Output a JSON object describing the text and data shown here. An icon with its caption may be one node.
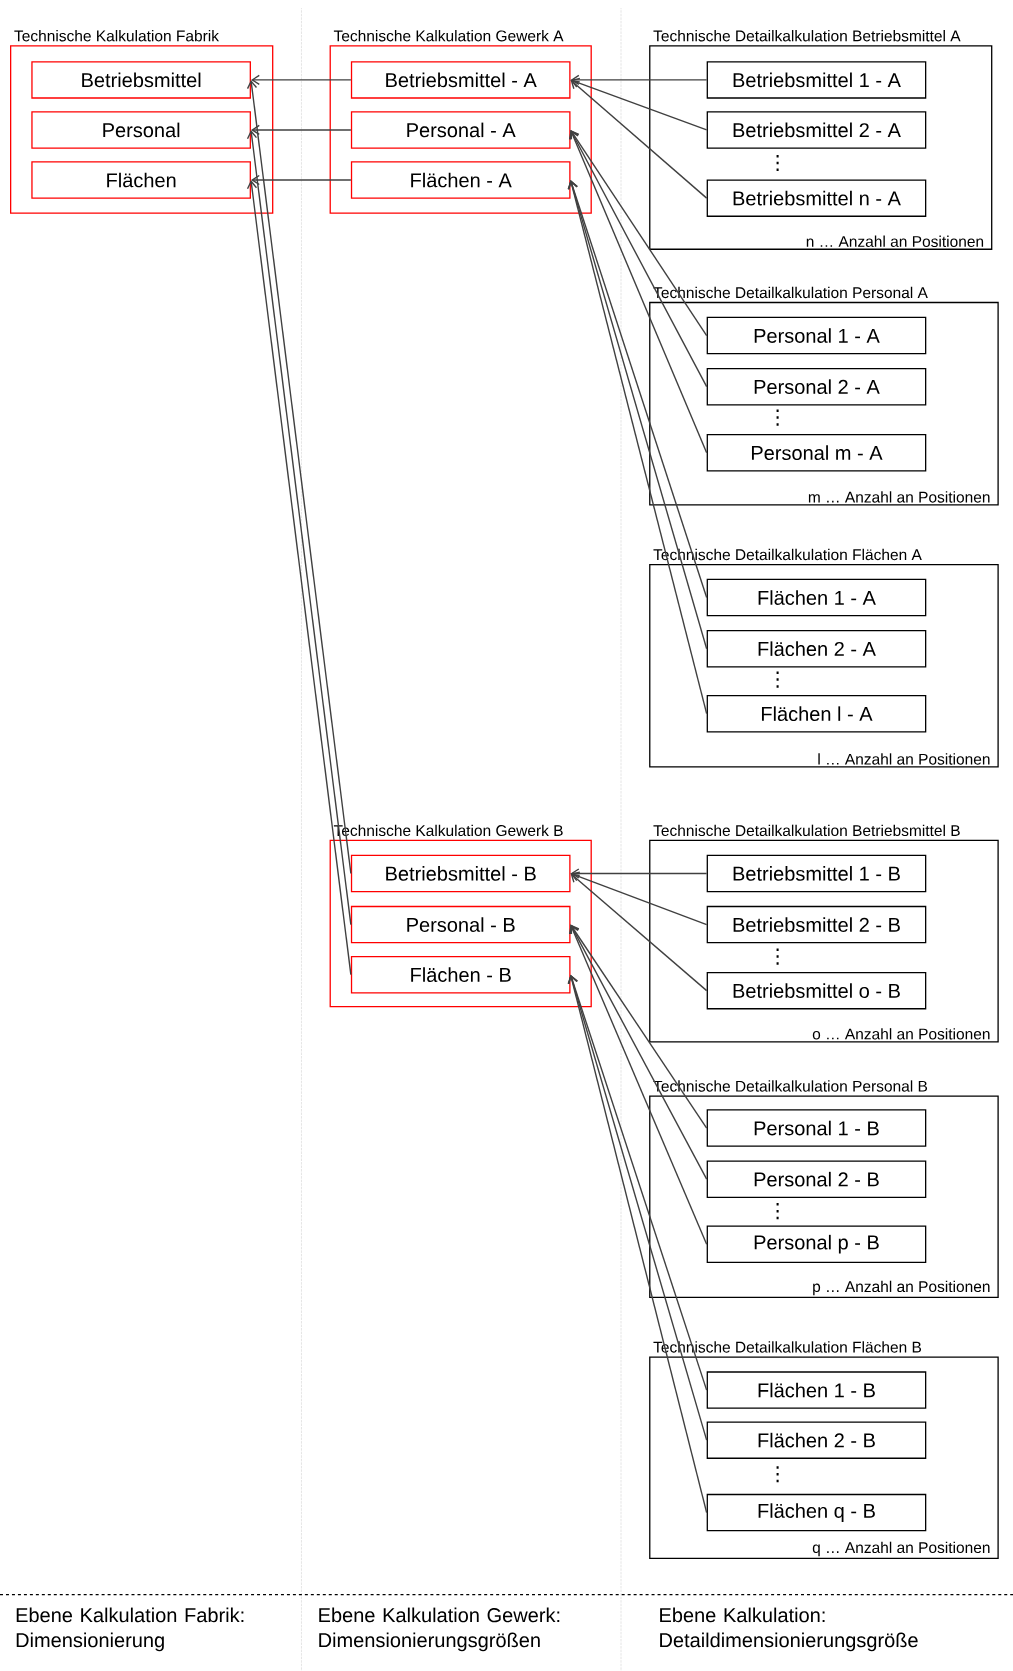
{
  "diagram": {
    "nodes": [
      {
        "text": [
          "Technische Kalkulation Fabrik"
        ]
      },
      {
        "text": [
          "Betriebsmittel"
        ],
        "in": 0
      },
      {
        "text": [
          "Personal"
        ],
        "in": 0
      },
      {
        "text": [
          "Flächen"
        ],
        "in": 0
      },
      {
        "text": [
          "Technische Kalkulation Gewerk A"
        ]
      },
      {
        "text": [
          "Betriebsmittel - A"
        ],
        "in": 4
      },
      {
        "text": [
          "Personal - A"
        ],
        "in": 4
      },
      {
        "text": [
          "Flächen - A"
        ],
        "in": 4
      },
      {
        "text": [
          "Technische Detailkalkulation Betriebsmittel A",
          "n … Anzahl an Positionen"
        ]
      },
      {
        "text": [
          "Betriebsmittel 1 - A"
        ],
        "in": 8
      },
      {
        "text": [
          "Betriebsmittel 2 - A"
        ],
        "in": 8
      },
      {
        "text": [
          "Betriebsmittel n - A"
        ],
        "in": 8
      },
      {
        "text": [
          "Technische Detailkalkulation Personal A",
          "m … Anzahl an Positionen"
        ]
      },
      {
        "text": [
          "Personal 1 - A"
        ],
        "in": 12
      },
      {
        "text": [
          "Personal 2 - A"
        ],
        "in": 12
      },
      {
        "text": [
          "Personal m - A"
        ],
        "in": 12
      },
      {
        "text": [
          "Technische Detailkalkulation Flächen A",
          "l … Anzahl an Positionen"
        ]
      },
      {
        "text": [
          "Flächen 1 - A"
        ],
        "in": 16
      },
      {
        "text": [
          "Flächen 2 - A"
        ],
        "in": 16
      },
      {
        "text": [
          "Flächen l - A"
        ],
        "in": 16
      },
      {
        "text": [
          "Technische Kalkulation Gewerk B"
        ]
      },
      {
        "text": [
          "Betriebsmittel - B"
        ],
        "in": 20
      },
      {
        "text": [
          "Personal - B"
        ],
        "in": 20
      },
      {
        "text": [
          "Flächen - B"
        ],
        "in": 20
      },
      {
        "text": [
          "Technische Detailkalkulation Betriebsmittel B",
          "o … Anzahl an Positionen"
        ]
      },
      {
        "text": [
          "Betriebsmittel 1 - B"
        ],
        "in": 24
      },
      {
        "text": [
          "Betriebsmittel 2 - B"
        ],
        "in": 24
      },
      {
        "text": [
          "Betriebsmittel o - B"
        ],
        "in": 24
      },
      {
        "text": [
          "Technische Detailkalkulation Personal B",
          "p … Anzahl an Positionen"
        ]
      },
      {
        "text": [
          "Personal 1 - B"
        ],
        "in": 28
      },
      {
        "text": [
          "Personal 2 - B"
        ],
        "in": 28
      },
      {
        "text": [
          "Personal p - B"
        ],
        "in": 28
      },
      {
        "text": [
          "Technische Detailkalkulation Flächen B",
          "q … Anzahl an Positionen"
        ]
      },
      {
        "text": [
          "Flächen 1 - B"
        ],
        "in": 32
      },
      {
        "text": [
          "Flächen 2 - B"
        ],
        "in": 32
      },
      {
        "text": [
          "Flächen q - B"
        ],
        "in": 32
      }
    ],
    "edges": [
      {
        "from": 5,
        "to": 1,
        "arrow": "to"
      },
      {
        "from": 6,
        "to": 2,
        "arrow": "to"
      },
      {
        "from": 7,
        "to": 3,
        "arrow": "to"
      },
      {
        "from": 9,
        "to": 5,
        "arrow": "to"
      },
      {
        "from": 10,
        "to": 5,
        "arrow": "to"
      },
      {
        "from": 11,
        "to": 5,
        "arrow": "to"
      },
      {
        "from": 13,
        "to": 6,
        "arrow": "to"
      },
      {
        "from": 14,
        "to": 6,
        "arrow": "to"
      },
      {
        "from": 15,
        "to": 6,
        "arrow": "to"
      },
      {
        "from": 17,
        "to": 7,
        "arrow": "to"
      },
      {
        "from": 18,
        "to": 7,
        "arrow": "to"
      },
      {
        "from": 19,
        "to": 7,
        "arrow": "to"
      },
      {
        "from": 21,
        "to": 1,
        "arrow": "to"
      },
      {
        "from": 22,
        "to": 2,
        "arrow": "to"
      },
      {
        "from": 23,
        "to": 3,
        "arrow": "to"
      },
      {
        "from": 25,
        "to": 21,
        "arrow": "to"
      },
      {
        "from": 26,
        "to": 21,
        "arrow": "to"
      },
      {
        "from": 27,
        "to": 21,
        "arrow": "to"
      },
      {
        "from": 29,
        "to": 22,
        "arrow": "to"
      },
      {
        "from": 30,
        "to": 22,
        "arrow": "to"
      },
      {
        "from": 31,
        "to": 22,
        "arrow": "to"
      },
      {
        "from": 33,
        "to": 23,
        "arrow": "to"
      },
      {
        "from": 34,
        "to": 23,
        "arrow": "to"
      },
      {
        "from": 35,
        "to": 23,
        "arrow": "to"
      }
    ],
    "labels": [
      "⋮",
      "⋮",
      "⋮",
      "⋮",
      "⋮",
      "⋮",
      "Ebene Kalkulation Fabrik: Dimensionierung",
      "Ebene Kalkulation Gewerk: Dimensionierungsgrößen",
      "Ebene Kalkulation: Detaildimensionierungsgröße"
    ]
  }
}
